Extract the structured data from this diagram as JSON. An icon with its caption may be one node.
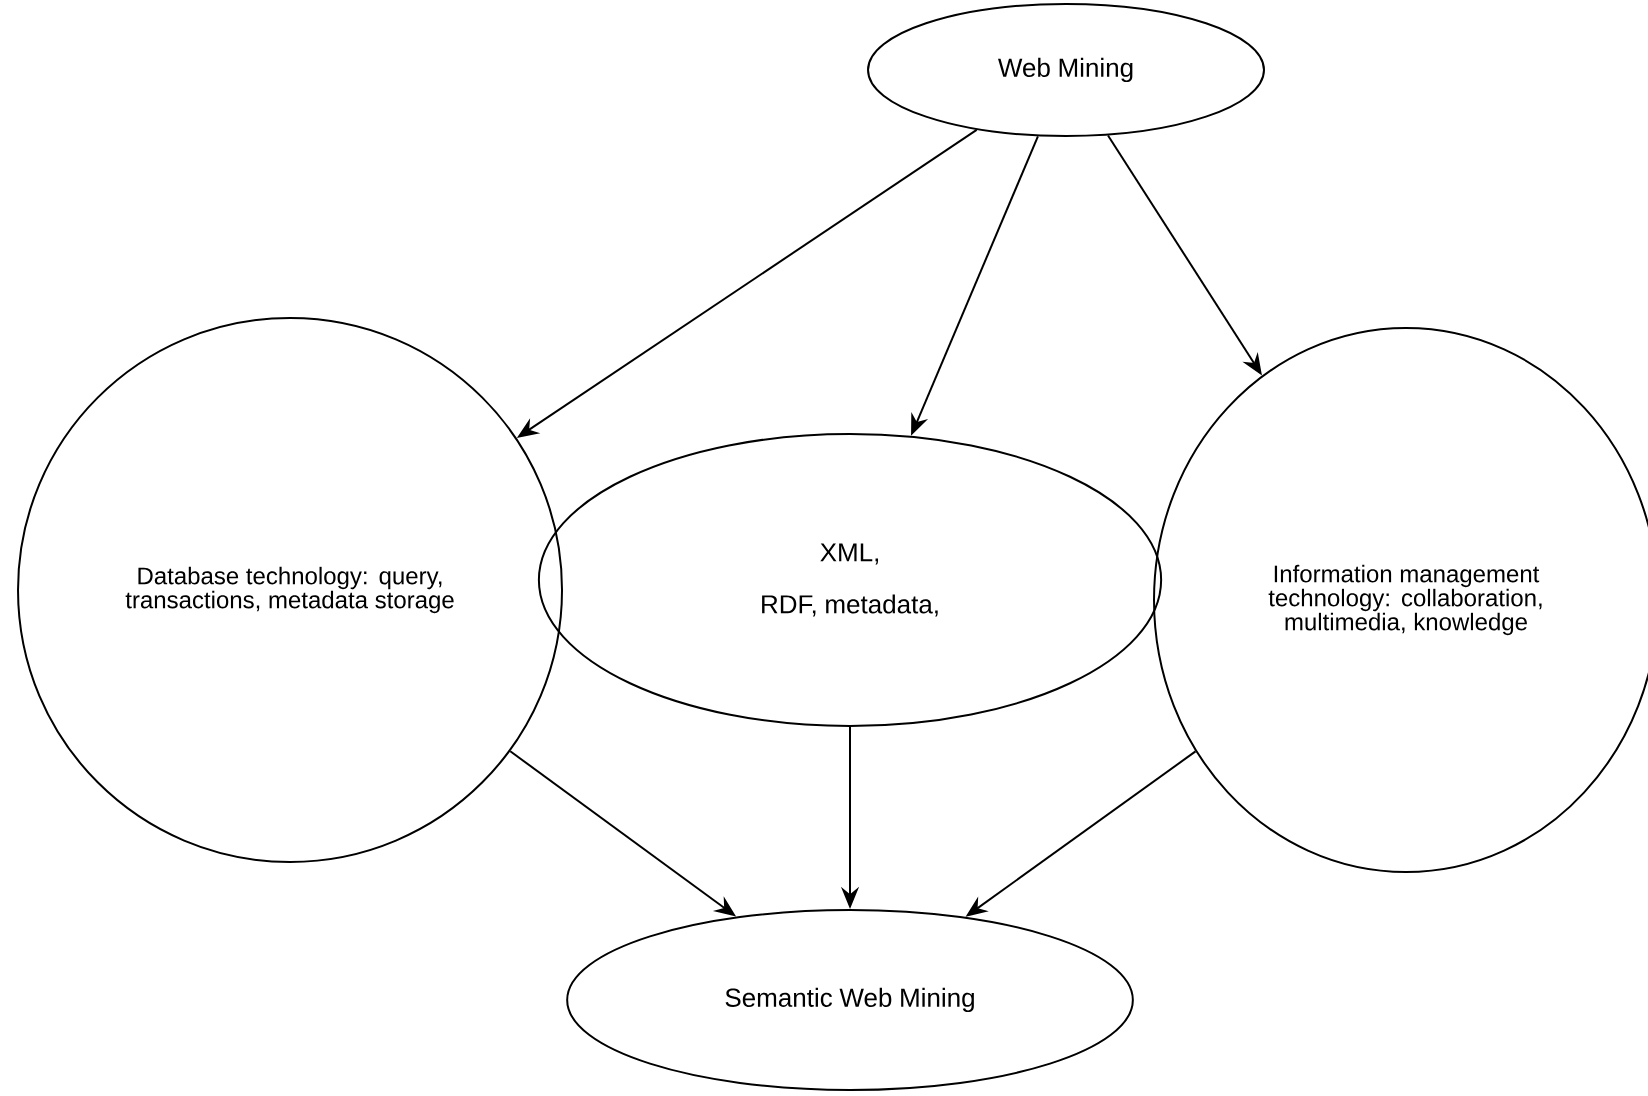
{
  "diagram": {
    "nodes": [
      {
        "text": [
          "Web Mining"
        ]
      },
      {
        "text": [
          "Database technology: query, transactions, metadata storage"
        ]
      },
      {
        "text": [
          "XML,",
          "RDF, metadata,"
        ]
      },
      {
        "text": [
          "Information management technology: collaboration, multimedia, knowledge"
        ]
      },
      {
        "text": [
          "Semantic Web Mining"
        ]
      }
    ],
    "edges": [
      {
        "from": 0,
        "to": 1,
        "arrow": "to"
      },
      {
        "from": 0,
        "to": 2,
        "arrow": "to"
      },
      {
        "from": 0,
        "to": 3,
        "arrow": "to"
      },
      {
        "from": 1,
        "to": 4,
        "arrow": "to"
      },
      {
        "from": 2,
        "to": 4,
        "arrow": "to"
      },
      {
        "from": 3,
        "to": 4,
        "arrow": "to"
      }
    ]
  }
}
